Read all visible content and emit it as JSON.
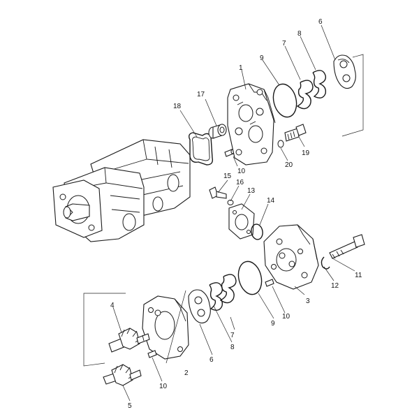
{
  "diagram": {
    "callouts": [
      {
        "id": "c1",
        "text": "1"
      },
      {
        "id": "c2",
        "text": "2"
      },
      {
        "id": "c3",
        "text": "3"
      },
      {
        "id": "c4",
        "text": "4"
      },
      {
        "id": "c5",
        "text": "5"
      },
      {
        "id": "c6a",
        "text": "6"
      },
      {
        "id": "c6b",
        "text": "6"
      },
      {
        "id": "c7a",
        "text": "7"
      },
      {
        "id": "c7b",
        "text": "7"
      },
      {
        "id": "c8a",
        "text": "8"
      },
      {
        "id": "c8b",
        "text": "8"
      },
      {
        "id": "c9a",
        "text": "9"
      },
      {
        "id": "c9b",
        "text": "9"
      },
      {
        "id": "c10a",
        "text": "10"
      },
      {
        "id": "c10b",
        "text": "10"
      },
      {
        "id": "c10c",
        "text": "10"
      },
      {
        "id": "c11",
        "text": "11"
      },
      {
        "id": "c12",
        "text": "12"
      },
      {
        "id": "c13",
        "text": "13"
      },
      {
        "id": "c14",
        "text": "14"
      },
      {
        "id": "c15",
        "text": "15"
      },
      {
        "id": "c16",
        "text": "16"
      },
      {
        "id": "c17",
        "text": "17"
      },
      {
        "id": "c18",
        "text": "18"
      },
      {
        "id": "c19",
        "text": "19"
      },
      {
        "id": "c20",
        "text": "20"
      }
    ]
  }
}
